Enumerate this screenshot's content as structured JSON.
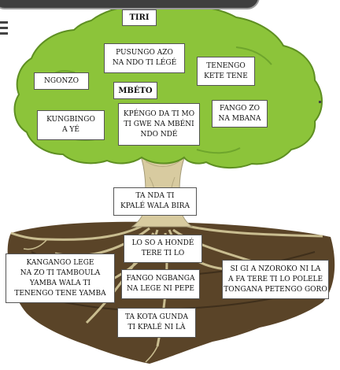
{
  "colors": {
    "canopy": "#8cc43a",
    "canopy_dark": "#5e8f22",
    "trunk": "#d8cba0",
    "soil": "#5a4428",
    "roots": "#c9bd90"
  },
  "boxes": {
    "tiri": [
      "TIRI"
    ],
    "pusungo": [
      "PUSUNGO AZO",
      "NA NDO TI LÉGÉ"
    ],
    "tenengo": [
      "TENENGO",
      "KETE TENE"
    ],
    "ngonzo": [
      "NGONZO"
    ],
    "mbeto": [
      "MBÉTO"
    ],
    "fango_zo": [
      "FANGO ZO",
      "NA MBANA"
    ],
    "kungbingo": [
      "KUNGBINGO",
      "A YÉ"
    ],
    "kpengo": [
      "KPÉNGO DA TI MO",
      "TI GWE NA MBÉNI",
      "NDO NDÉ"
    ],
    "ta_nda": [
      "TA NDA TI",
      "KPALÉ WALA BIRA"
    ],
    "lo_so": [
      "LO SO A HONDÉ",
      "TERE TI LO"
    ],
    "kangango": [
      "KANGANGO LEGE",
      "NA ZO TI TAMBOULA",
      "YAMBA WALA TI",
      "TENENGO TENE YAMBA"
    ],
    "fango_nganga": [
      "FANGO NGBANGA",
      "NA LEGE NI PEPE"
    ],
    "si_gi": [
      "SI GI A NZOROKO NI LA",
      "A FA TERE TI LO POLELE",
      "TONGANA PETENGO GORO"
    ],
    "ta_kota": [
      "TA KOTA GUNDA",
      "TI KPALÉ NI LÀ"
    ]
  }
}
